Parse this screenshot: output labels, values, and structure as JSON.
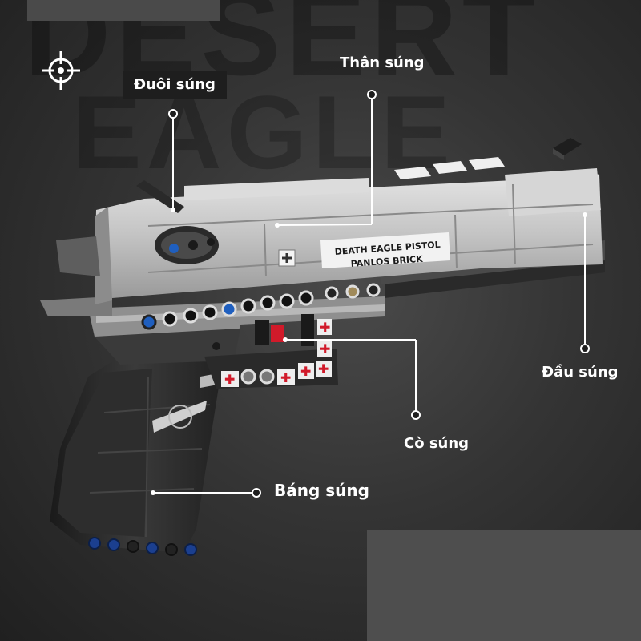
{
  "background": {
    "words": [
      "DESERT",
      "EAGLE"
    ]
  },
  "product": {
    "engraving_line1": "DEATH EAGLE PISTOL",
    "engraving_line2": "PANLOS BRICK"
  },
  "labels": {
    "stock": "Đuôi súng",
    "body": "Thân súng",
    "muzzle": "Đầu súng",
    "trigger": "Cò súng",
    "grip": "Báng súng"
  },
  "icons": {
    "corner": "crosshair-icon"
  },
  "colors": {
    "label_bg": "#1e1e1e",
    "callout_line": "#ffffff",
    "accent_red": "#d11a2a",
    "accent_blue": "#1f5fbf"
  }
}
